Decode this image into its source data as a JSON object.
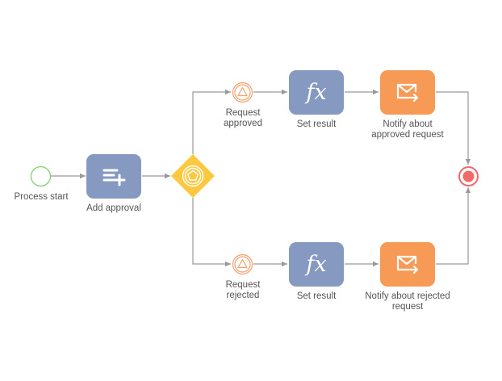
{
  "diagram": {
    "start_label": "Process start",
    "add_approval_label": "Add approval",
    "event_approved_label": "Request\napproved",
    "event_rejected_label": "Request\nrejected",
    "set_result_top_label": "Set result",
    "set_result_bottom_label": "Set result",
    "fx_symbol": "fx",
    "notify_approved_label": "Notify about\napproved request",
    "notify_rejected_label": "Notify about rejected\nrequest"
  },
  "colors": {
    "task_blue": "#8699c0",
    "task_orange": "#f79a55",
    "gateway": "#fbc83f",
    "start_event": "#7ed16a",
    "end_event": "#f06a68",
    "intermediate_event": "#f6a06a",
    "connector": "#9a9a9a"
  },
  "icons": {
    "start": "start-event-circle",
    "add_approval": "add-approval-icon",
    "gateway": "event-based-gateway-pentagon",
    "signal": "signal-triangle-icon",
    "set_result": "fx-formula-icon",
    "notify": "email-send-icon",
    "end": "end-event-circle"
  }
}
